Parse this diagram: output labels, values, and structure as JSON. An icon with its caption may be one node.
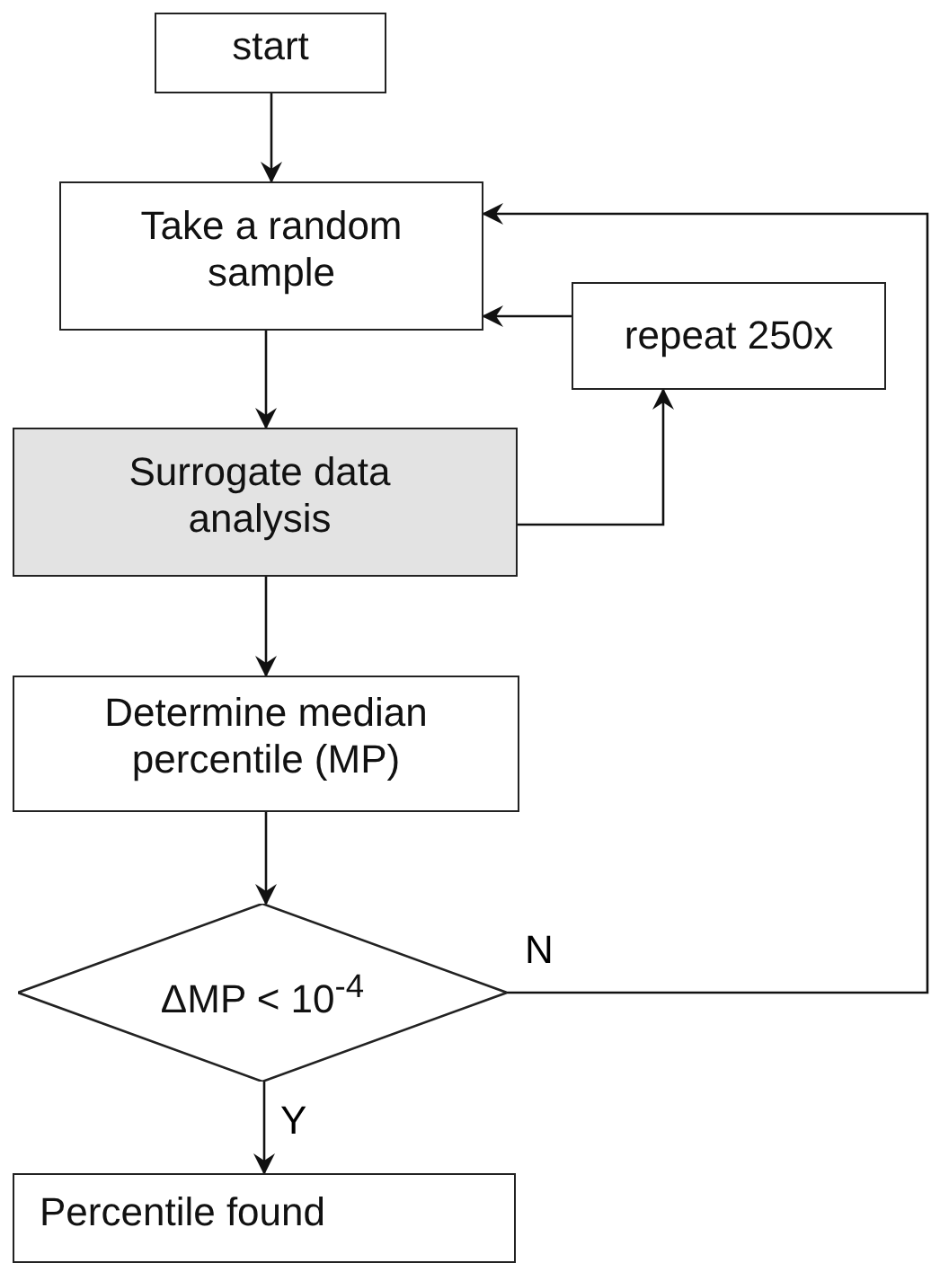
{
  "diagram": {
    "nodes": [
      {
        "text": [
          "start"
        ]
      },
      {
        "text": [
          "Take a random sample"
        ]
      },
      {
        "text": [
          "repeat 250x"
        ]
      },
      {
        "text": [
          "Surrogate data analysis"
        ]
      },
      {
        "text": [
          "Determine median percentile (MP)"
        ]
      },
      {
        "text": [
          "ΔMP < 10$^{-4}$"
        ]
      },
      {
        "text": [
          "Percentile found"
        ]
      }
    ],
    "edges": [
      {
        "from": 0,
        "to": 1,
        "arrow": "to"
      },
      {
        "from": 1,
        "to": 3,
        "arrow": "to"
      },
      {
        "from": 3,
        "to": 2,
        "arrow": "to"
      },
      {
        "from": 2,
        "to": 1,
        "arrow": "to"
      },
      {
        "from": 3,
        "to": 4,
        "arrow": "to"
      },
      {
        "from": 4,
        "to": 5,
        "arrow": "to"
      },
      {
        "from": 5,
        "to": 6,
        "label": "Y",
        "arrow": "to"
      },
      {
        "from": 5,
        "to": 1,
        "label": "N",
        "arrow": "to"
      }
    ]
  }
}
